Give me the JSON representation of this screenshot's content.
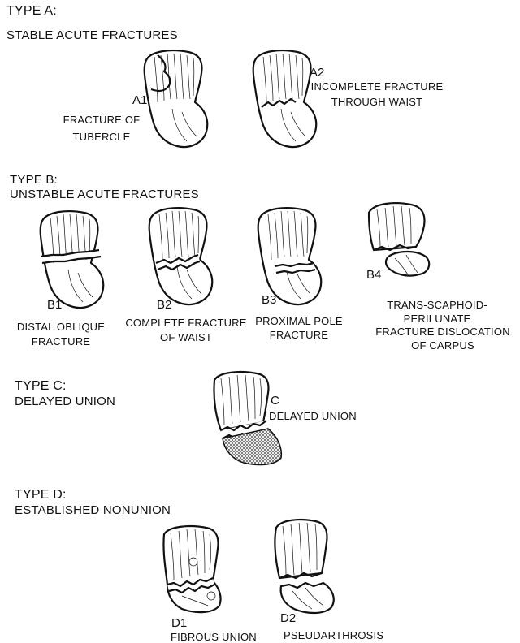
{
  "typeA": {
    "title": "TYPE A:",
    "subtitle": "STABLE ACUTE FRACTURES",
    "a1": {
      "code": "A1",
      "caption_l1": "FRACTURE OF",
      "caption_l2": "TUBERCLE"
    },
    "a2": {
      "code": "A2",
      "caption_l1": "INCOMPLETE FRACTURE",
      "caption_l2": "THROUGH WAIST"
    }
  },
  "typeB": {
    "title": "TYPE B:",
    "subtitle": "UNSTABLE ACUTE FRACTURES",
    "b1": {
      "code": "B1",
      "caption_l1": "DISTAL OBLIQUE",
      "caption_l2": "FRACTURE"
    },
    "b2": {
      "code": "B2",
      "caption_l1": "COMPLETE FRACTURE",
      "caption_l2": "OF WAIST"
    },
    "b3": {
      "code": "B3",
      "caption_l1": "PROXIMAL POLE",
      "caption_l2": "FRACTURE"
    },
    "b4": {
      "code": "B4",
      "caption_l1": "TRANS-SCAPHOID-",
      "caption_l2": "PERILUNATE",
      "caption_l3": "FRACTURE DISLOCATION",
      "caption_l4": "OF CARPUS"
    }
  },
  "typeC": {
    "title": "TYPE C:",
    "subtitle": "DELAYED UNION",
    "c": {
      "code": "C",
      "caption_l1": "DELAYED UNION"
    }
  },
  "typeD": {
    "title": "TYPE D:",
    "subtitle": "ESTABLISHED NONUNION",
    "d1": {
      "code": "D1",
      "caption_l1": "FIBROUS UNION"
    },
    "d2": {
      "code": "D2",
      "caption_l1": "PSEUDARTHROSIS"
    }
  }
}
